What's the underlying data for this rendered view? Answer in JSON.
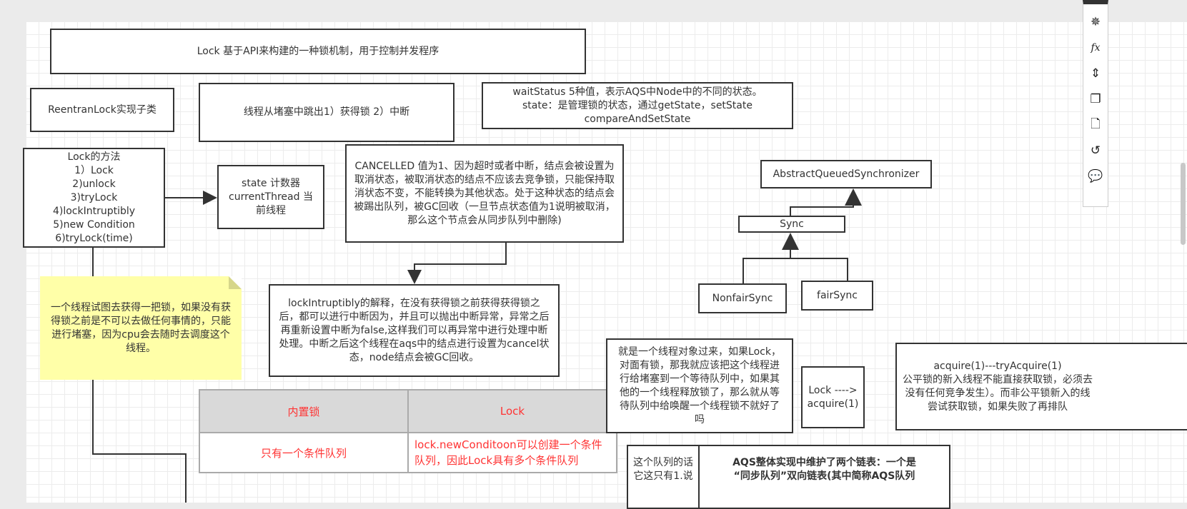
{
  "diagram": {
    "title_box": "Lock 基于API来构建的一种锁机制，用于控制并发程序",
    "reentrant_box": "ReentranLock实现子类",
    "unblock_box": "线程从堵塞中跳出1）获得锁 2）中断",
    "waitstatus_box": "waitStatus 5种值，表示AQS中Node中的不同的状态。\nstate：是管理锁的状态，通过getState，setState\ncompareAndSetState",
    "lock_methods_box": "Lock的方法\n1）Lock\n2)unlock\n3)tryLock\n4)lockIntruptibly\n5)new Condition\n6)tryLock(time)",
    "state_box": "state 计数器\ncurrentThread 当\n前线程",
    "cancelled_box": "  CANCELLED 值为1、因为超时或者中断，结点会被设置为取消状态，被取消状态的结点不应该去竞争锁，只能保持取消状态不变，不能转换为其他状态。处于这种状态的结点会被踢出队列，被GC回收（一旦节点状态值为1说明被取消，那么这个节点会从同步队列中删除)",
    "aqs_box": "AbstractQueuedSynchronizer",
    "sync_box": "Sync",
    "nonfair_box": "NonfairSync",
    "fair_box": "fairSync",
    "sticky_note": "一个线程试图去获得一把锁，如果没有获得锁之前是不可以去做任何事情的，只能进行堵塞，因为cpu会去随时去调度这个线程。",
    "lockintr_box": "lockIntruptibly的解释，在没有获得锁之前获得获得锁之后，都可以进行中断因为，并且可以抛出中断异常，异常之后再重新设置中断为false,这样我们可以再异常中进行处理中断处理。中断之后这个线程在aqs中的结点进行设置为cancel状态，node结点会被GC回收。",
    "table": {
      "headers": [
        "内置锁",
        "Lock"
      ],
      "row": [
        "只有一个条件队列",
        "lock.newConditoon可以创建一个条件队列，因此Lock具有多个条件队列"
      ]
    },
    "thread_box": "就是一个线程对象过来，如果Lock，对面有锁，那我就应该把这个线程进行给堵塞到一个等待队列中，如果其他的一个线程释放锁了，那么就从等待队列中给唤醒一个线程锁不就好了吗",
    "acquire_small_box": "Lock ---->\nacquire(1)",
    "acquire_box": "acquire(1)---tryAcquire(1)\n公平锁的新入线程不能直接获取锁，必须去\n没有任何竞争发生）。而非公平锁新入的线\n尝试获取锁，如果失败了再排队",
    "queue_box_left": "这个队列的话\n它这只有1.说",
    "queue_box_right": "AQS整体实现中维护了两个链表：一个是\n“同步队列”双向链表(其中简称AQS队列"
  },
  "toolbar": [
    "navigate-icon",
    "format-icon",
    "resize-icon",
    "pages-icon",
    "page-icon",
    "history-icon",
    "comment-icon"
  ],
  "colors": {
    "note": "#ffffa8",
    "table_text": "#ff3333",
    "table_header": "#d9d9d9"
  }
}
